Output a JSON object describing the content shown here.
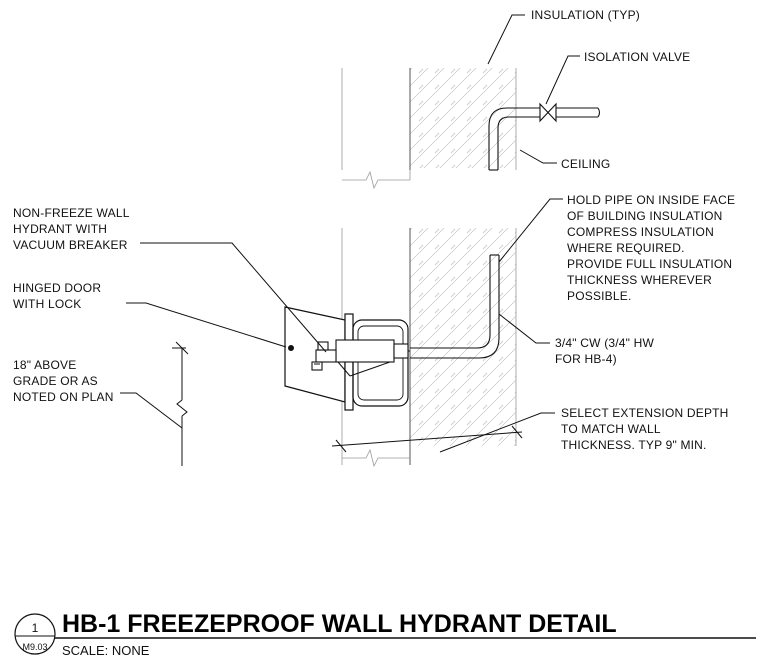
{
  "labels": {
    "insulation": "INSULATION (TYP)",
    "isolation_valve": "ISOLATION VALVE",
    "ceiling": "CEILING",
    "hold_pipe": [
      "HOLD PIPE ON INSIDE FACE",
      "OF BUILDING INSULATION",
      "COMPRESS INSULATION",
      "WHERE REQUIRED.",
      "PROVIDE FULL INSULATION",
      "THICKNESS WHEREVER",
      "POSSIBLE."
    ],
    "non_freeze": [
      "NON-FREEZE WALL",
      "HYDRANT WITH",
      "VACUUM BREAKER"
    ],
    "hinged_door": [
      "HINGED DOOR",
      "WITH LOCK"
    ],
    "above_grade": [
      "18\" ABOVE",
      "GRADE OR AS",
      "NOTED ON PLAN"
    ],
    "pipe_size": [
      "3/4\" CW  (3/4\" HW",
      "FOR HB-4)"
    ],
    "extension": [
      "SELECT EXTENSION DEPTH",
      "TO MATCH WALL",
      "THICKNESS. TYP 9\" MIN."
    ]
  },
  "title_block": {
    "detail_number": "1",
    "sheet": "M9.03",
    "title": "HB-1 FREEZEPROOF WALL HYDRANT DETAIL",
    "scale": "SCALE: NONE"
  }
}
